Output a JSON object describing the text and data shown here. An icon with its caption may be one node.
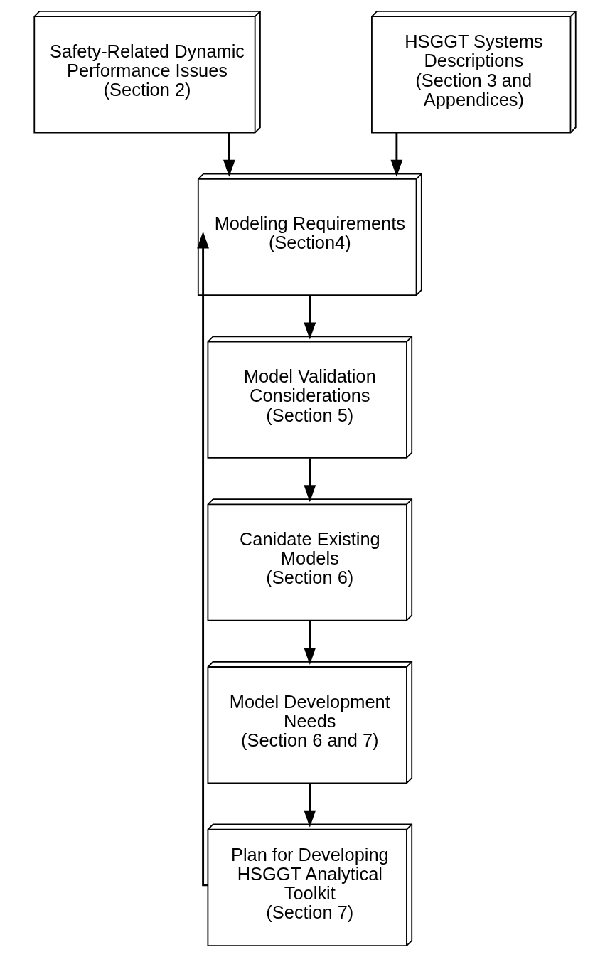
{
  "diagram": {
    "nodes": [
      {
        "text": [
          "Safety-Related Dynamic Performance Issues",
          "(Section 2)"
        ]
      },
      {
        "text": [
          "HSGGT Systems Descriptions",
          "(Section 3 and Appendices)"
        ]
      },
      {
        "text": [
          "Modeling Requirements",
          "(Section4)"
        ]
      },
      {
        "text": [
          "Model Validation Considerations",
          "(Section 5)"
        ]
      },
      {
        "text": [
          "Canidate Existing Models",
          "(Section 6)"
        ]
      },
      {
        "text": [
          "Model Development Needs",
          "(Section 6 and 7)"
        ]
      },
      {
        "text": [
          "Plan for Developing HSGGT Analytical Toolkit",
          "(Section 7)"
        ]
      }
    ],
    "edges": [
      {
        "from": 0,
        "to": 2,
        "arrow": "to"
      },
      {
        "from": 1,
        "to": 2,
        "arrow": "to"
      },
      {
        "from": 2,
        "to": 3,
        "arrow": "to"
      },
      {
        "from": 3,
        "to": 4,
        "arrow": "to"
      },
      {
        "from": 4,
        "to": 5,
        "arrow": "to"
      },
      {
        "from": 5,
        "to": 6,
        "arrow": "to"
      },
      {
        "from": 6,
        "to": 2,
        "arrow": "to"
      }
    ]
  }
}
